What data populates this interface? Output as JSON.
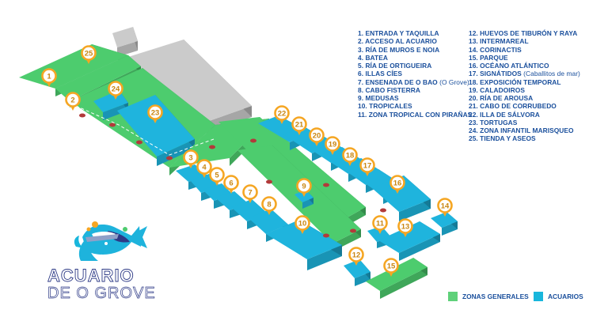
{
  "legend": {
    "col1": [
      {
        "text": "1. ENTRADA Y TAQUILLA"
      },
      {
        "text": "2. ACCESO AL ACUARIO"
      },
      {
        "text": "3. RÍA DE MUROS E NOIA"
      },
      {
        "text": "4. BATEA"
      },
      {
        "text": "5. RÍA DE ORTIGUEIRA"
      },
      {
        "text": "6. ILLAS CÍES"
      },
      {
        "text": "7. ENSENADA DE O BAO",
        "sub": " (O Grove)"
      },
      {
        "text": "8. CABO FISTERRA"
      },
      {
        "text": "9. MEDUSAS"
      },
      {
        "text": "10. TROPICALES"
      },
      {
        "text": "11. ZONA TROPICAL CON PIRAÑAS"
      }
    ],
    "col2": [
      {
        "text": "12. HUEVOS DE TIBURÓN Y RAYA"
      },
      {
        "text": "13. INTERMAREAL"
      },
      {
        "text": "14. CORINACTIS"
      },
      {
        "text": "15. PARQUE"
      },
      {
        "text": "16. OCÉANO ATLÁNTICO"
      },
      {
        "text": "17. SIGNÁTIDOS",
        "sub": " (Caballitos de mar)"
      },
      {
        "text": "18. EXPOSICIÓN TEMPORAL"
      },
      {
        "text": "19. CALADOIROS"
      },
      {
        "text": "20. RÍA DE AROUSA"
      },
      {
        "text": "21. CABO DE CORRUBEDO"
      },
      {
        "text": "22. ILLA DE SÁLVORA"
      },
      {
        "text": "23. TORTUGAS"
      },
      {
        "text": "24. ZONA INFANTIL MARISQUEO"
      },
      {
        "text": "25. TIENDA Y ASEOS"
      }
    ]
  },
  "keys": {
    "general": {
      "label": "ZONAS GENERALES",
      "color": "#5fd17a"
    },
    "aquarium": {
      "label": "ACUARIOS",
      "color": "#18b6dc"
    }
  },
  "logo": {
    "line1": "ACUARIO",
    "line2": "DE O GROVE"
  },
  "markers": [
    "1",
    "2",
    "3",
    "4",
    "5",
    "6",
    "7",
    "8",
    "9",
    "10",
    "11",
    "12",
    "13",
    "14",
    "15",
    "16",
    "17",
    "18",
    "19",
    "20",
    "21",
    "22",
    "23",
    "24",
    "25"
  ],
  "colors": {
    "green": "#4dcc6e",
    "blue": "#1fb4dd",
    "grey": "#cbcbcb",
    "marker": "#f5a623",
    "text": "#1a4f9c"
  }
}
